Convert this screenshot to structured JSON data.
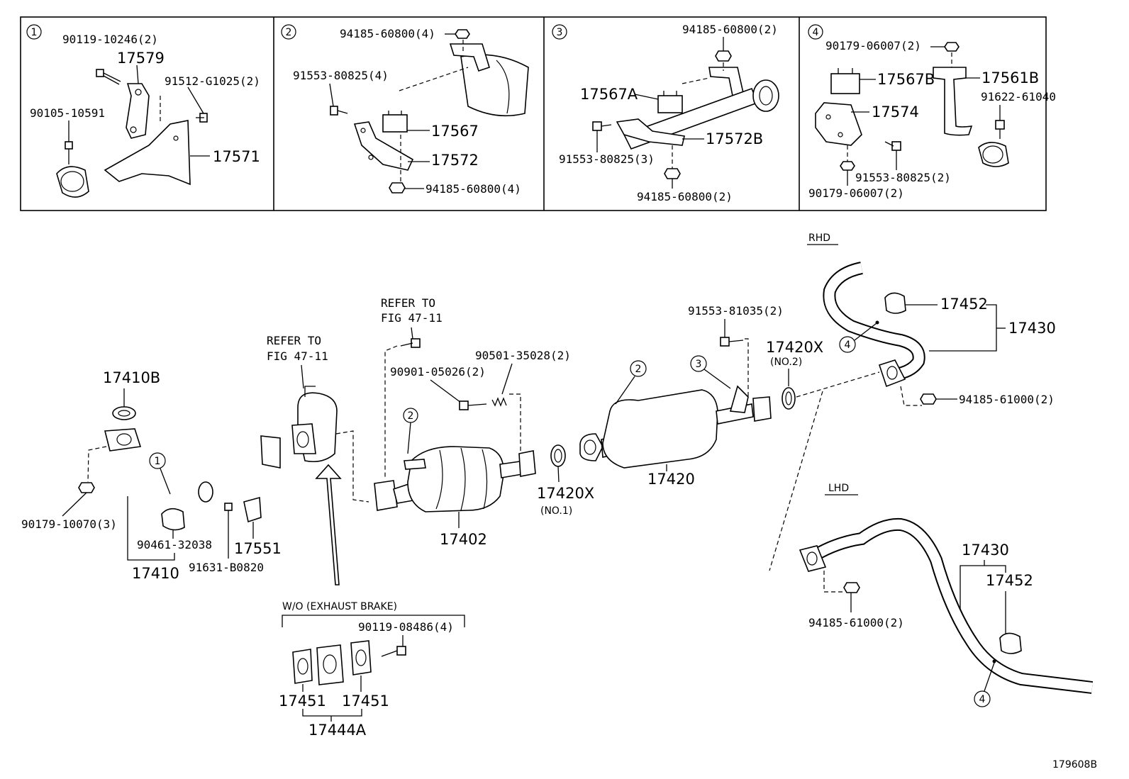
{
  "diagram_id": "179608B",
  "boxes": [
    {
      "num": "1",
      "labels": [
        "90119-10246(2)",
        "17579",
        "91512-G1025(2)",
        "90105-10591",
        "17571"
      ]
    },
    {
      "num": "2",
      "labels": [
        "94185-60800(4)",
        "91553-80825(4)",
        "17567",
        "17572",
        "94185-60800(4)"
      ]
    },
    {
      "num": "3",
      "labels": [
        "94185-60800(2)",
        "17567A",
        "17572B",
        "91553-80825(3)",
        "94185-60800(2)"
      ]
    },
    {
      "num": "4",
      "labels": [
        "90179-06007(2)",
        "17567B",
        "17561B",
        "17574",
        "91622-61040",
        "91553-80825(2)",
        "90179-06007(2)"
      ]
    }
  ],
  "main": {
    "refer1": [
      "REFER TO",
      "FIG 47-11"
    ],
    "refer2": [
      "REFER TO",
      "FIG 47-11"
    ],
    "p17410B": "17410B",
    "p90179_10070": "90179-10070(3)",
    "p90461": "90461-32038",
    "p17410": "17410",
    "p91631": "91631-B0820",
    "p17551": "17551",
    "p90901": "90901-05026(2)",
    "p90501": "90501-35028(2)",
    "p17402": "17402",
    "p17420X1": "17420X",
    "no1": "(NO.1)",
    "p17420": "17420",
    "p91553_81035": "91553-81035(2)",
    "p17420X2": "17420X",
    "no2": "(NO.2)",
    "rhd": "RHD",
    "lhd": "LHD",
    "rhd17452": "17452",
    "rhd17430": "17430",
    "rhd94185": "94185-61000(2)",
    "lhd17430": "17430",
    "lhd17452": "17452",
    "lhd94185": "94185-61000(2)",
    "wo_brake": "W/O (EXHAUST BRAKE)",
    "p90119_08486": "90119-08486(4)",
    "p17451a": "17451",
    "p17451b": "17451",
    "p17444A": "17444A",
    "c1": "1",
    "c2a": "2",
    "c2b": "2",
    "c3": "3",
    "c4a": "4",
    "c4b": "4"
  }
}
